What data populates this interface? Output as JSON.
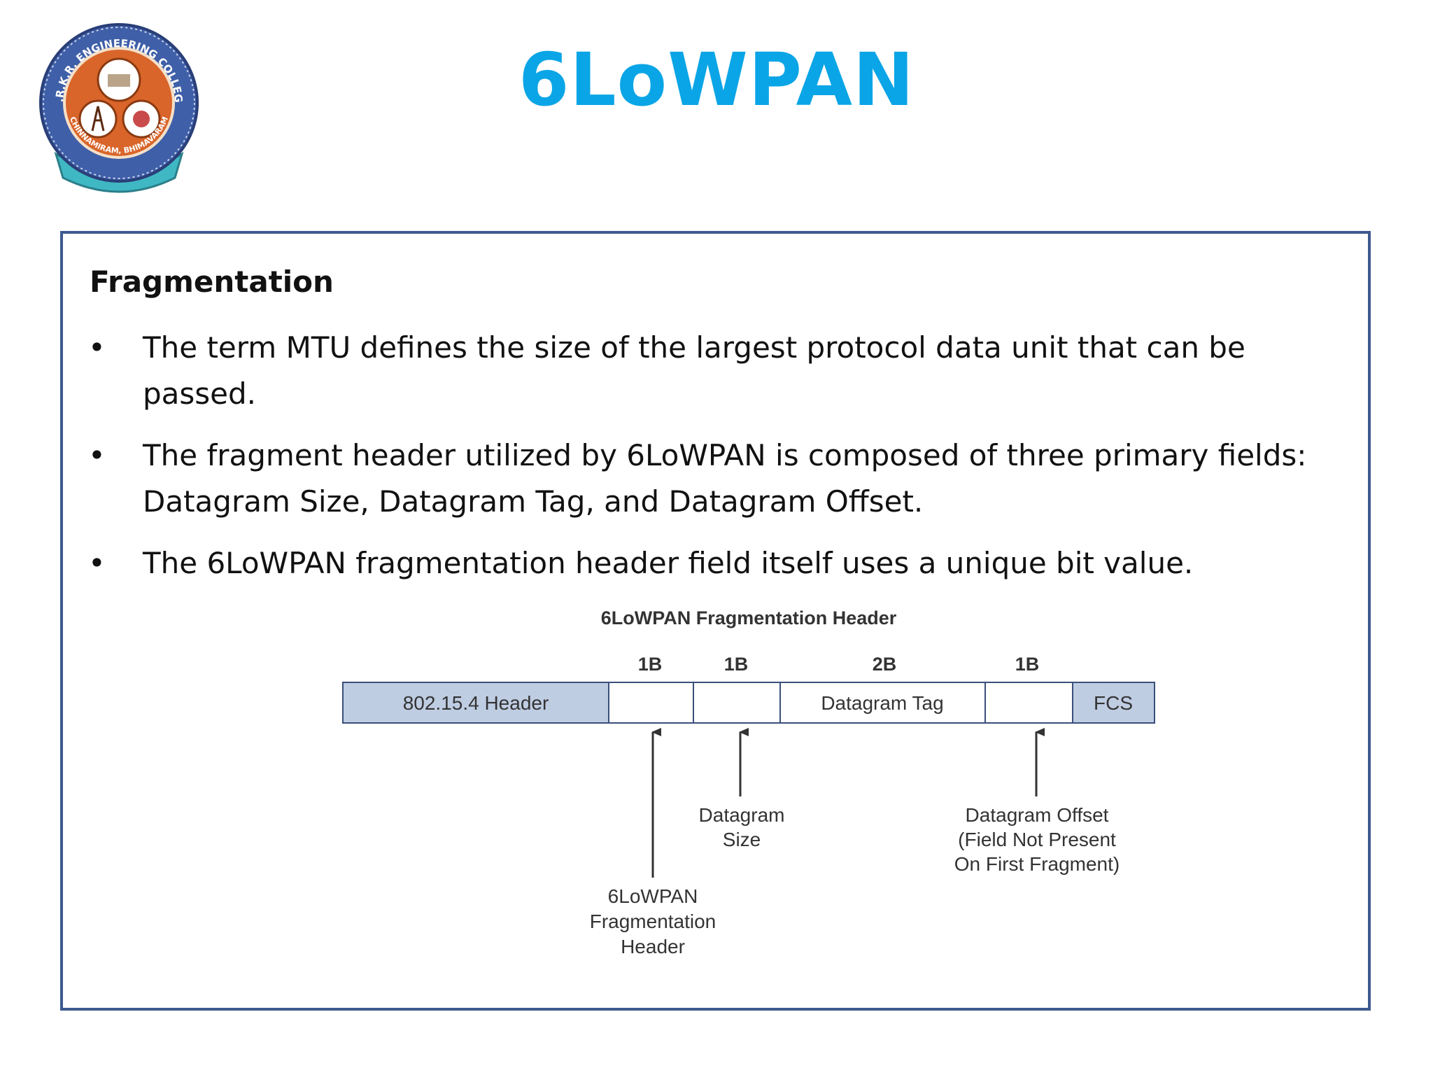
{
  "slide": {
    "title": "6LoWPAN",
    "logo": {
      "icon": "college-seal-logo",
      "ring_text": "S.R.K.R. ENGINEERING COLLEGE",
      "bottom_text": "CHINNAMIRAM, BHIMAVARAM",
      "colors": {
        "ring": "#3f5fa8",
        "inner": "#d9652a",
        "ribbon": "#3fb8c4"
      }
    },
    "accent_color": "#0aa5e6",
    "border_color": "#3d5a8f"
  },
  "content": {
    "heading": "Fragmentation",
    "bullet_symbol": "•",
    "bullets": [
      "The term MTU defines the size of the largest protocol data unit that can be passed.",
      "The fragment header utilized by 6LoWPAN is composed of three primary fields: Datagram Size, Datagram Tag, and Datagram Offset.",
      "The 6LoWPAN fragmentation header field itself uses a unique bit value."
    ]
  },
  "diagram": {
    "title": "6LoWPAN Fragmentation Header",
    "size_labels": [
      "1B",
      "1B",
      "2B",
      "1B"
    ],
    "fields": [
      {
        "label": "802.15.4 Header",
        "shaded": true
      },
      {
        "label": "",
        "shaded": false
      },
      {
        "label": "",
        "shaded": false
      },
      {
        "label": "Datagram Tag",
        "shaded": false
      },
      {
        "label": "",
        "shaded": false
      },
      {
        "label": "FCS",
        "shaded": true
      }
    ],
    "callouts": {
      "frag_header": [
        "6LoWPAN",
        "Fragmentation",
        "Header"
      ],
      "datagram_size": [
        "Datagram",
        "Size"
      ],
      "datagram_offset": [
        "Datagram Offset",
        "(Field Not Present",
        "On First Fragment)"
      ]
    },
    "colors": {
      "shaded_fill": "#bfcde3",
      "stroke": "#3a4f7a",
      "arrow": "#333333"
    }
  }
}
